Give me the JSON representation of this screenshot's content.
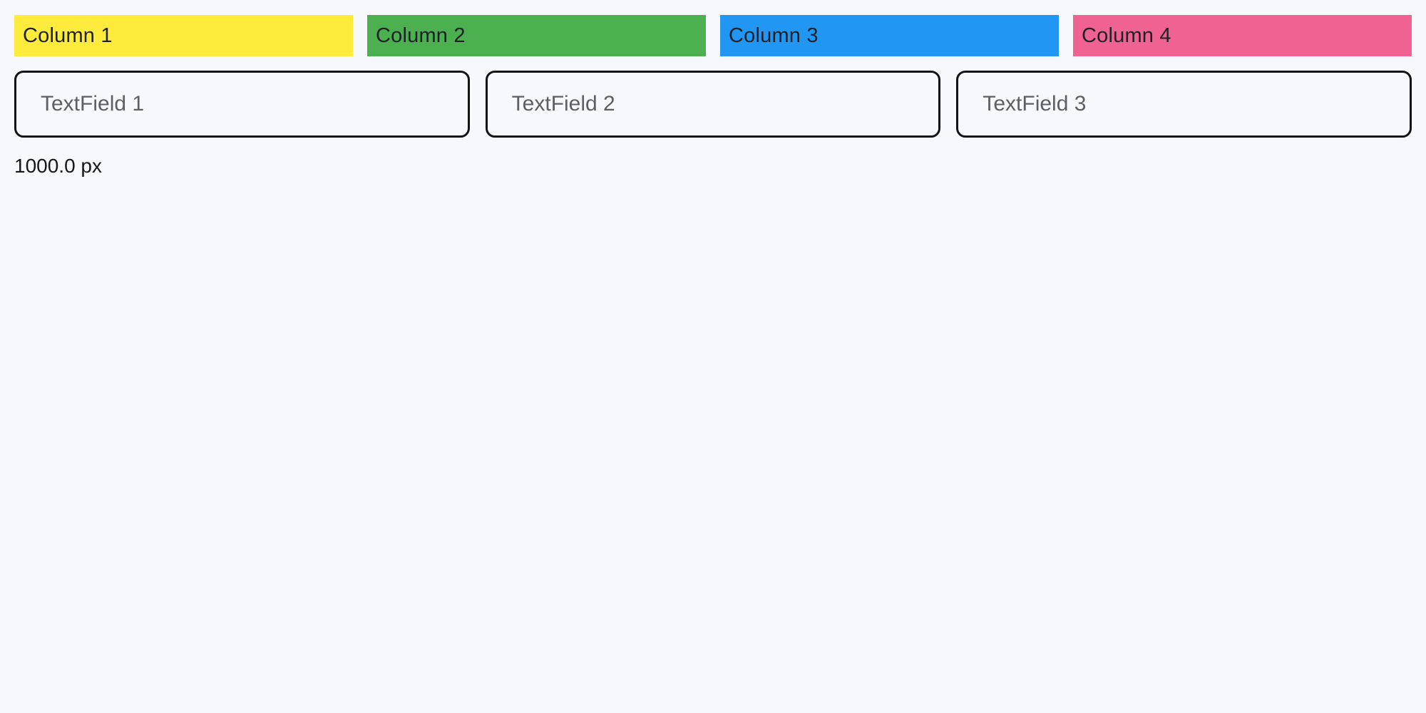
{
  "window": {
    "background_color": "#F6F8FB",
    "width_readout": "1000.0 px"
  },
  "columns": [
    {
      "label": "Column 1",
      "color": "#FFEB3B"
    },
    {
      "label": "Column 2",
      "color": "#4CAF50"
    },
    {
      "label": "Column 3",
      "color": "#2196F3"
    },
    {
      "label": "Column 4",
      "color": "#F06292"
    }
  ],
  "textfields": [
    {
      "placeholder": "TextField 1",
      "value": ""
    },
    {
      "placeholder": "TextField 2",
      "value": ""
    },
    {
      "placeholder": "TextField 3",
      "value": ""
    }
  ],
  "style_tokens": {
    "textfield_border_color": "#131313",
    "placeholder_color": "#5A6066",
    "column_text_color": "#1E2126"
  }
}
